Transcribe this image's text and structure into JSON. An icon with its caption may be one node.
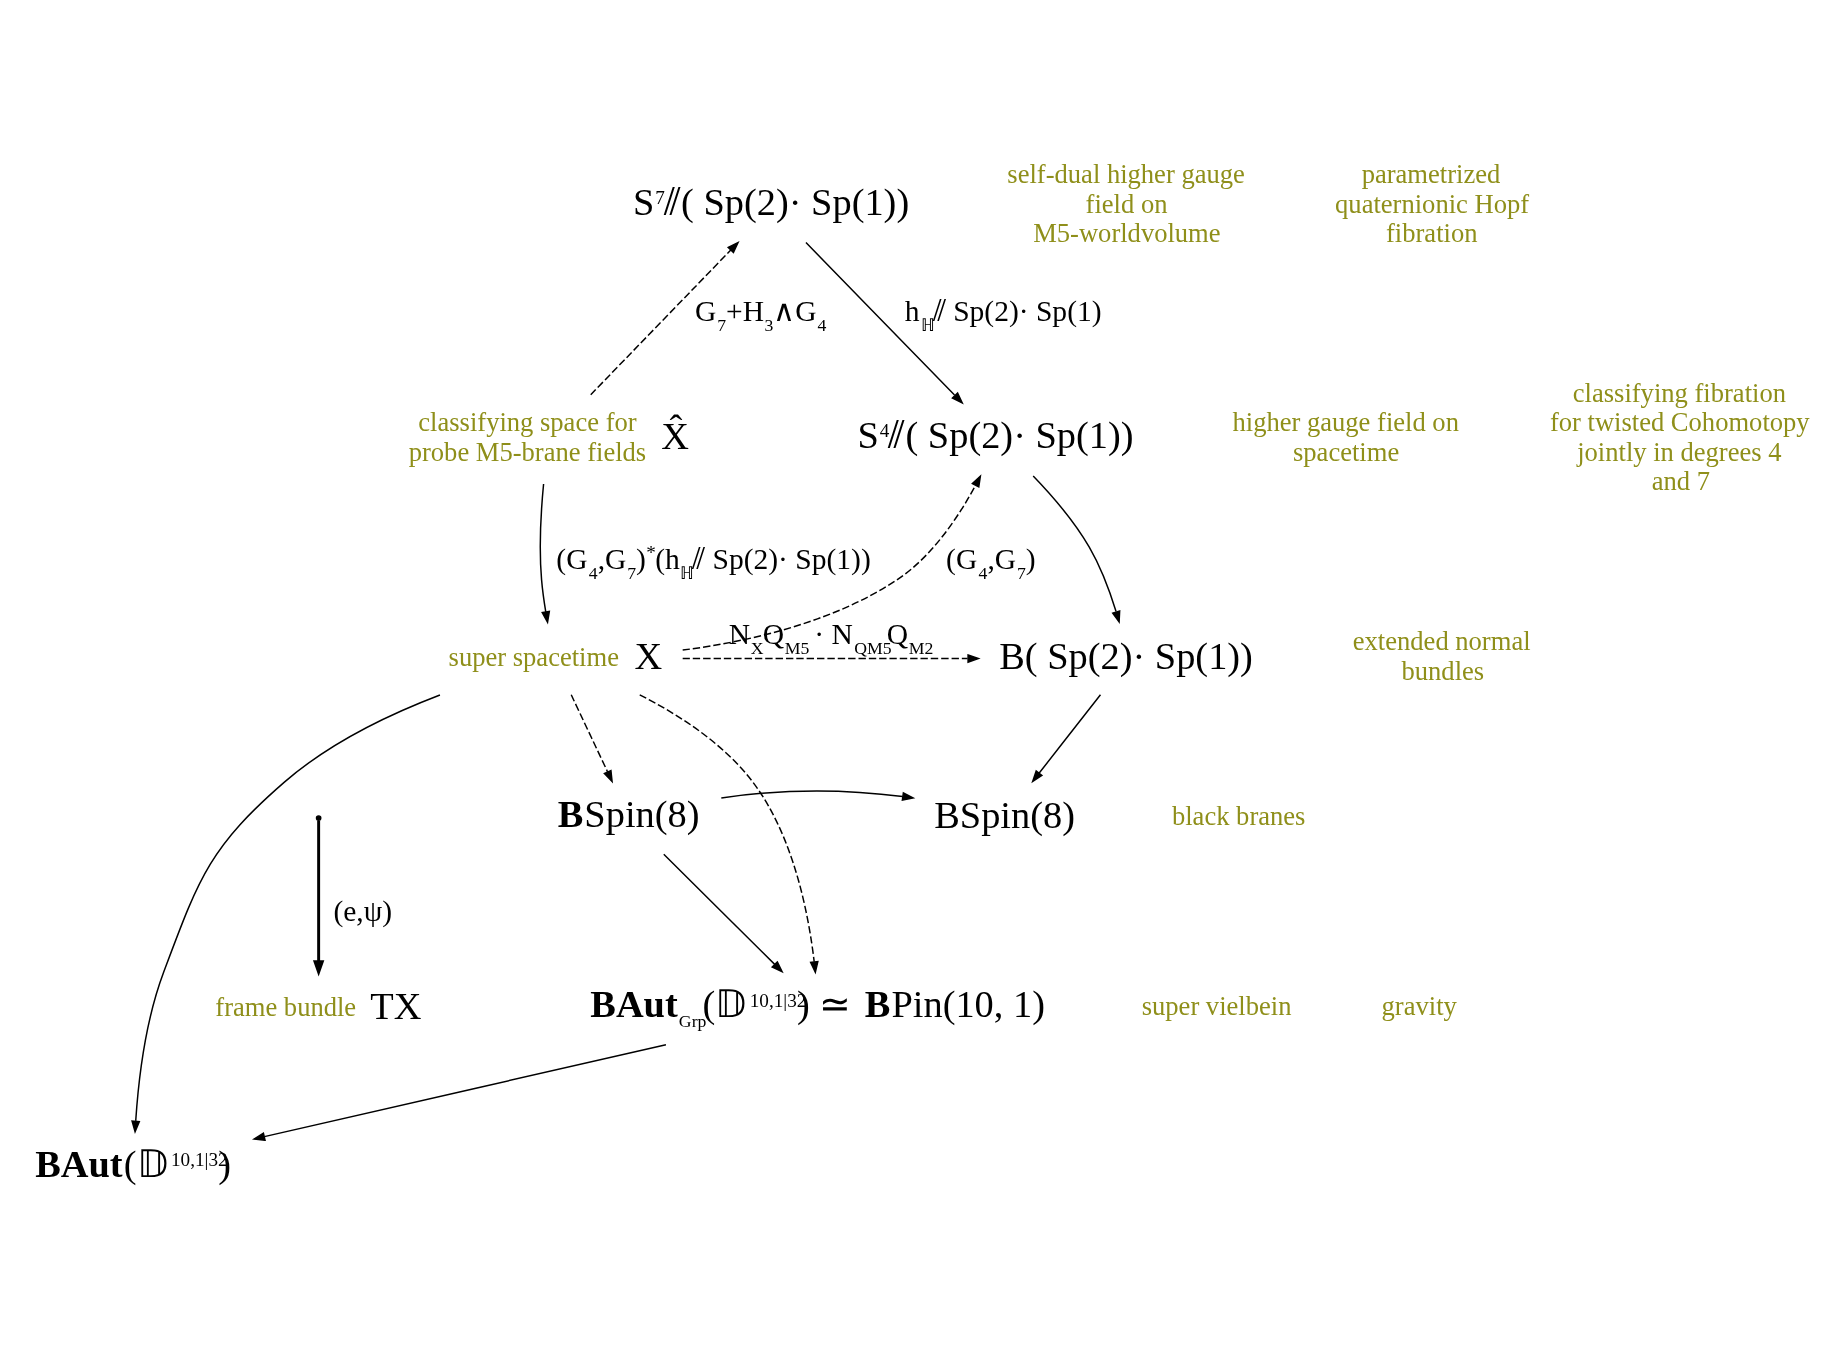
{
  "diagram": {
    "nodes": [
      {
        "text": [
          "S$^{7}$⫽( Sp(2)· Sp(1))"
        ]
      },
      {
        "text": [
          "S$^{4}$⫽( Sp(2)· Sp(1))"
        ]
      },
      {
        "text": [
          "X̂"
        ],
        "beside": [
          "classifying space for probe M5-brane fields"
        ]
      },
      {
        "text": [
          "X"
        ],
        "beside": [
          "super spacetime"
        ]
      },
      {
        "text": [
          "B( Sp(2)· Sp(1))"
        ]
      },
      {
        "text": [
          "**B**Spin(8)"
        ]
      },
      {
        "text": [
          "BSpin(8)"
        ]
      },
      {
        "text": [
          "TX"
        ],
        "beside": [
          "frame bundle"
        ]
      },
      {
        "text": [
          "**BAut**$_{Grp}$(𝔻$^{10,1|32}$) ≃ **B**Pin(10, 1)"
        ]
      },
      {
        "text": [
          "**BAut**(𝔻$^{10,1|32}$)"
        ]
      }
    ],
    "edges": [
      {
        "from": 2,
        "to": 0,
        "arrow": "to",
        "style": "dashed",
        "label": "G$_{7}$+H$_{3}$∧G$_{4}$"
      },
      {
        "from": 0,
        "to": 1,
        "arrow": "to",
        "label": "h$_{ℍ}$⫽ Sp(2)· Sp(1)"
      },
      {
        "from": 2,
        "to": 3,
        "arrow": "to",
        "label": "(G$_{4}$,G$_{7}$)$^{*}$(h$_{ℍ}$⫽ Sp(2)· Sp(1))"
      },
      {
        "from": 3,
        "to": 1,
        "arrow": "to",
        "style": "dashed",
        "label": "(G$_{4}$,G$_{7}$)"
      },
      {
        "from": 1,
        "to": 4,
        "arrow": "to"
      },
      {
        "from": 3,
        "to": 4,
        "arrow": "to",
        "style": "dashed",
        "label": "N$_{X}$Q$_{M5}$ · N$_{QM5}$Q$_{M2}$"
      },
      {
        "from": 3,
        "to": 5,
        "arrow": "to",
        "style": "dashed"
      },
      {
        "from": 5,
        "to": 6,
        "arrow": "to"
      },
      {
        "from": 4,
        "to": 6,
        "arrow": "to"
      },
      {
        "from": 5,
        "to": 8,
        "arrow": "to"
      },
      {
        "from": 3,
        "to": 8,
        "arrow": "to",
        "style": "dashed"
      },
      {
        "from": 3,
        "to": 9,
        "arrow": "to"
      },
      {
        "from": 8,
        "to": 9,
        "arrow": "to"
      },
      {
        "from": null,
        "to": 7,
        "arrow": "to",
        "label": "(e,ψ)"
      }
    ],
    "labels": [
      "self-dual higher gauge field on M5-worldvolume",
      "parametrized quaternionic Hopf fibration",
      "higher gauge field on spacetime",
      "classifying fibration for twisted Cohomotopy jointly in degrees 4 and 7",
      "extended normal bundles",
      "black branes",
      "super vielbein",
      "gravity"
    ]
  }
}
